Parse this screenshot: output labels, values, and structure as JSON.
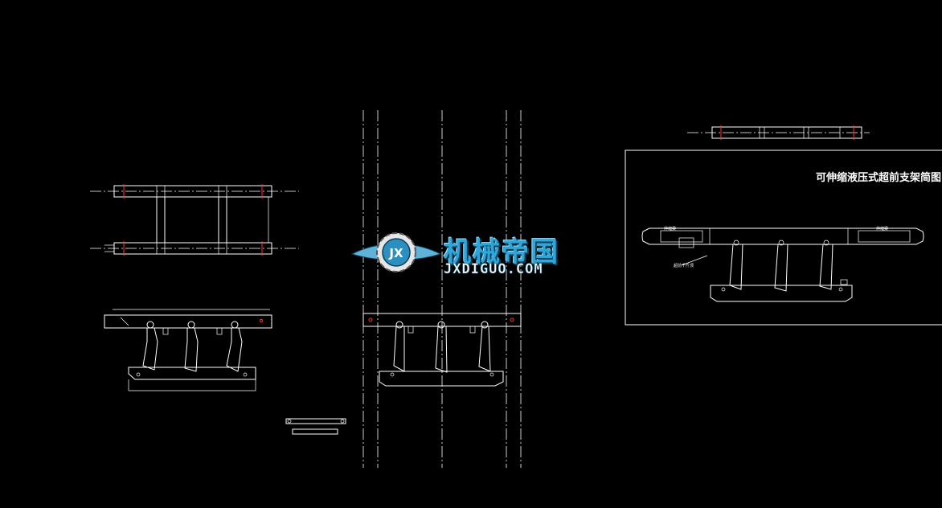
{
  "drawing": {
    "title": "可伸缩液压式超前支架简图"
  },
  "labels": {
    "left_cylinder": "伸缩梁",
    "right_cylinder": "伸缩梁",
    "bottom_note": "超前千斤顶"
  },
  "watermark": {
    "cn": "机械帝国",
    "en": "JXDIGUO.COM"
  },
  "colors": {
    "background": "#000000",
    "lines": "#ffffff",
    "accent_red": "#ff3030",
    "watermark_blue": "#2fa6d8"
  }
}
